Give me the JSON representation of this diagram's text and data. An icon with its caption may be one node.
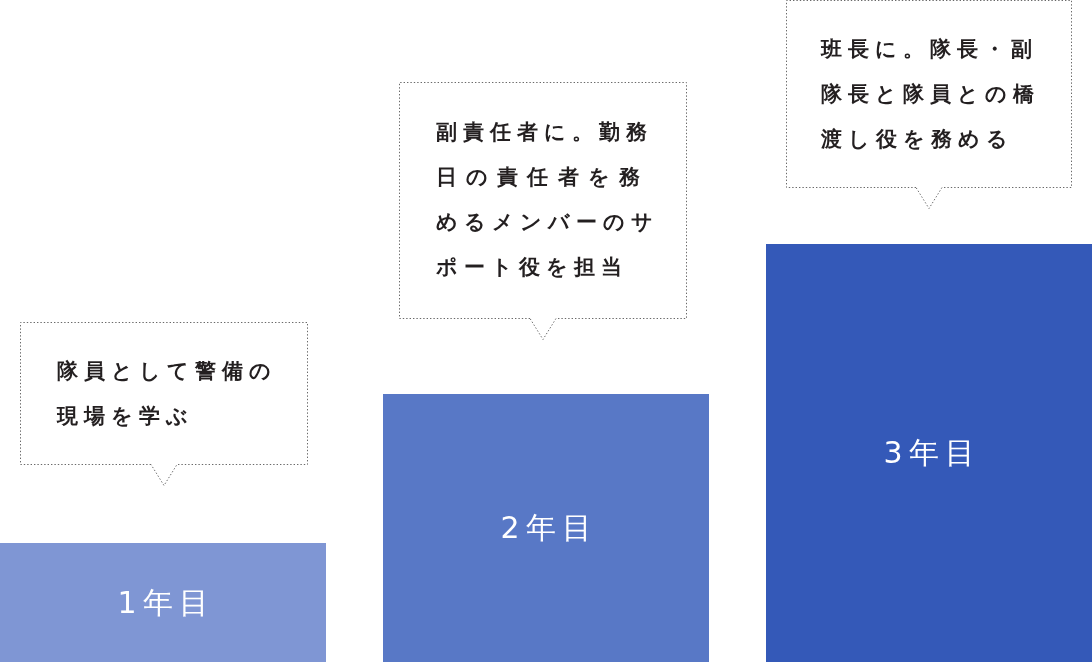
{
  "diagram": {
    "nodes": [
      {
        "text": [
          "隊員として警備の現場を学ぶ"
        ]
      },
      {
        "text": [
          "1年目"
        ]
      },
      {
        "text": [
          "副責任者に。勤務日の責任者を務めるメンバーのサポート役を担当"
        ]
      },
      {
        "text": [
          "2年目"
        ]
      },
      {
        "text": [
          "班長に。隊長・副隊長と隊員との橋渡し役を務める"
        ]
      },
      {
        "text": [
          "3年目"
        ]
      }
    ]
  }
}
